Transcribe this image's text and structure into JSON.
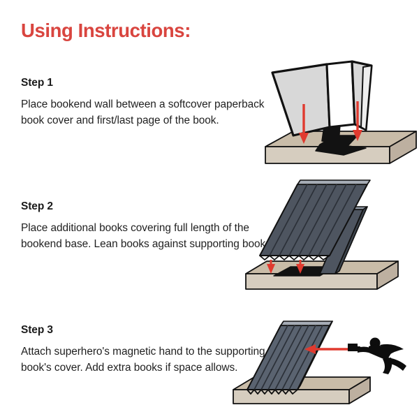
{
  "page": {
    "title": "Using Instructions:",
    "title_color": "#d9453f",
    "background_color": "#ffffff",
    "text_color": "#1f1f1f"
  },
  "steps": [
    {
      "heading": "Step 1",
      "body": "Place bookend wall between a softcover paperback book cover and first/last page of the book.",
      "illustration": {
        "name": "step-1-illustration",
        "description": "Open light gray paperback book standing on a tan wooden shelf with a black L-shaped bookend wall inserted between the cover and first page",
        "arrows": 2,
        "arrow_direction": "down",
        "arrow_color": "#e03a2f",
        "shelf_color": "#c9bca8",
        "shelf_edge_color": "#d6cdbf",
        "book_color": "#d8d8d8",
        "book_page_color": "#ffffff",
        "bookend_color": "#111111"
      }
    },
    {
      "heading": "Step 2",
      "body": "Place additional books covering full length of the bookend base. Lean books against supporting book.",
      "illustration": {
        "name": "step-2-illustration",
        "description": "Row of dark slate gray books leaning diagonally above a tan shelf, red arrows pointing down to the black bookend base plate",
        "arrows": 2,
        "arrow_direction": "down",
        "arrow_color": "#e03a2f",
        "shelf_color": "#c9bca8",
        "shelf_edge_color": "#d6cdbf",
        "book_color": "#4e5560",
        "book_top_color": "#8d939c",
        "bookend_color": "#111111"
      }
    },
    {
      "heading": "Step 3",
      "body": "Attach superhero's magnetic hand to the supporting book's cover. Add extra books if space allows.",
      "illustration": {
        "name": "step-3-illustration",
        "description": "Leaning slate gray books on a tan shelf with a red arrow pointing left from a flying black superhero silhouette to the supporting book cover",
        "arrows": 1,
        "arrow_direction": "left",
        "arrow_color": "#e03a2f",
        "shelf_color": "#c9bca8",
        "shelf_edge_color": "#d6cdbf",
        "book_color": "#5a6370",
        "book_top_color": "#9098a3",
        "superhero_color": "#0d0d0d"
      }
    }
  ]
}
